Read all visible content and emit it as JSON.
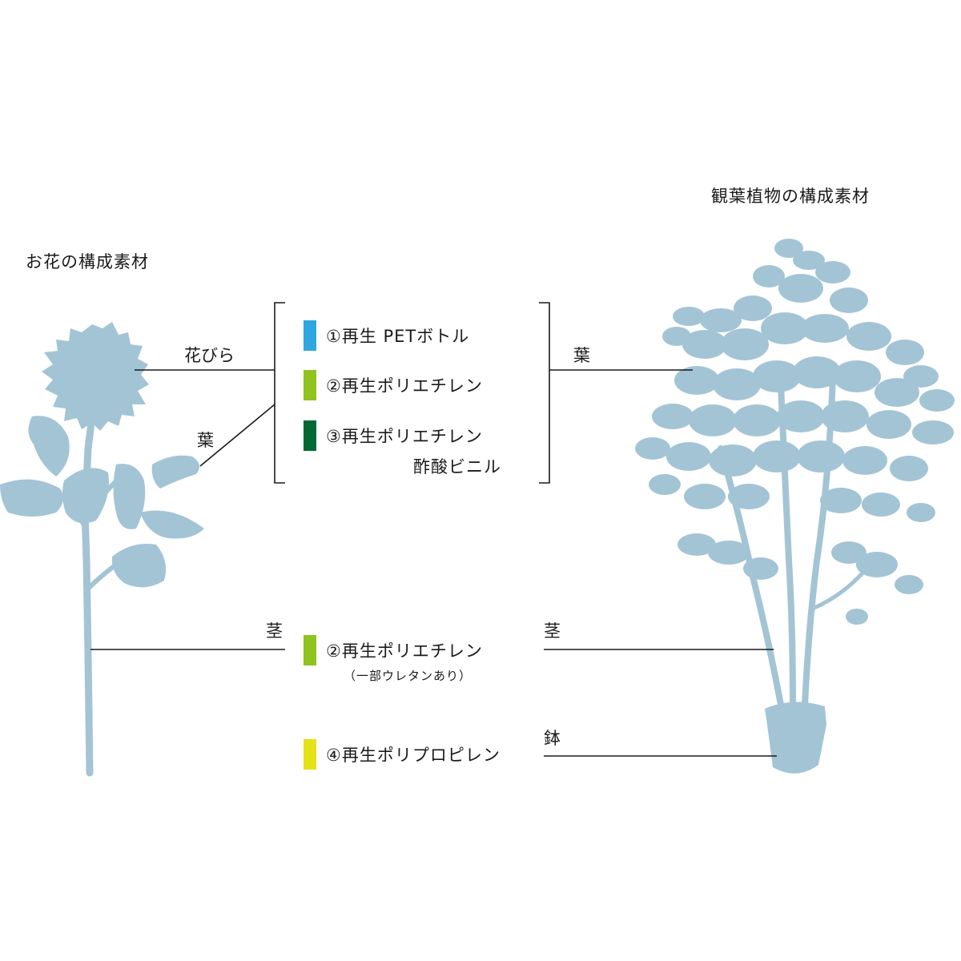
{
  "titles": {
    "flower": "お花の構成素材",
    "foliage": "観葉植物の構成素材"
  },
  "flower_parts": {
    "petals": "花びら",
    "leaves": "葉",
    "stem": "茎"
  },
  "foliage_parts": {
    "leaves": "葉",
    "stem": "茎",
    "pot": "鉢"
  },
  "materials": [
    {
      "id": 1,
      "label": "①再生 PETボトル",
      "sub": "",
      "color": "#2ea7e0"
    },
    {
      "id": 2,
      "label": "②再生ポリエチレン",
      "sub": "",
      "color": "#8fc31f"
    },
    {
      "id": 3,
      "label": "③再生ポリエチレン",
      "sub": "酢酸ビニル",
      "color": "#006934"
    },
    {
      "id": 4,
      "label": "②再生ポリエチレン",
      "sub": "（一部ウレタンあり）",
      "color": "#8fc31f"
    },
    {
      "id": 5,
      "label": "④再生ポリプロピレン",
      "sub": "",
      "color": "#e6e21a"
    }
  ],
  "colors": {
    "silhouette": "#a3c4d5",
    "line": "#1a1a1a"
  }
}
